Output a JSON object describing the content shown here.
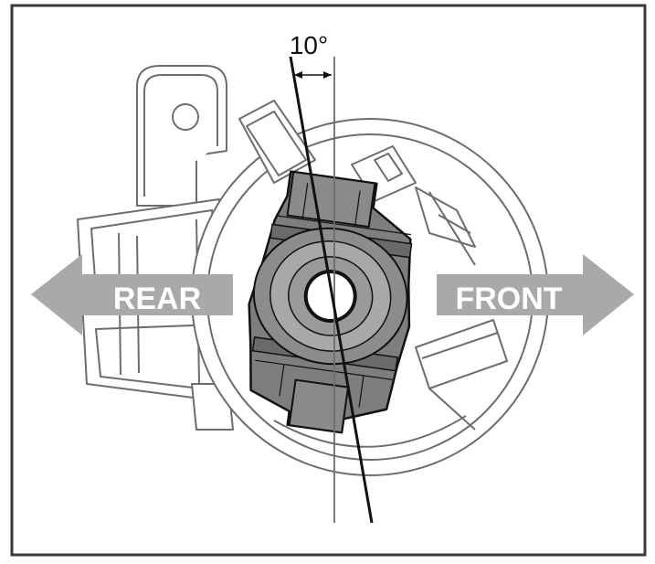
{
  "diagram": {
    "angle_label": "10°",
    "rear_label": "REAR",
    "front_label": "FRONT",
    "colors": {
      "frame": "#3a3a3a",
      "outline": "#6d6d6d",
      "arrow": "#a9a9a9",
      "bushing_outer": "#7e7e7e",
      "bushing_inner": "#a8a8a8",
      "bushing_dark": "#5c5c5c",
      "line": "#111111"
    }
  }
}
